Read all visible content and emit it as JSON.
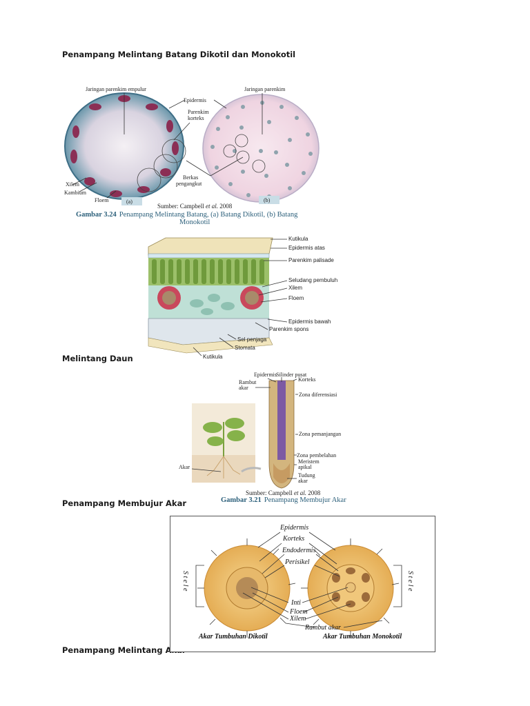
{
  "headings": {
    "stem": "Penampang Melintang Batang Dikotil dan Monokotil",
    "leaf": "Melintang Daun",
    "root_long": "Penampang Membujur Akar",
    "root_cross": "Penampang Melintang Akar"
  },
  "stem_figure": {
    "labels": {
      "jaringan_parenkim_empulur": "Jaringan parenkim empulur",
      "epidermis": "Epidermis",
      "parenkim_korteks_1": "Parenkim",
      "parenkim_korteks_2": "korteks",
      "jaringan_parenkim": "Jaringan parenkim",
      "xilem": "Xilem",
      "kambium": "Kambium",
      "floem": "Floem",
      "berkas_1": "Berkas",
      "berkas_2": "pengangkut",
      "panel_a": "(a)",
      "panel_b": "(b)"
    },
    "source_prefix": "Sumber: Campbell ",
    "source_italic": "et al.",
    "source_year": " 2008",
    "caption_num": "Gambar 3.24",
    "caption_line1": "Penampang Melintang Batang, (a) Batang Dikotil, (b) Batang",
    "caption_line2": "Monokotil"
  },
  "leaf_figure": {
    "labels": {
      "kutikula_top": "Kutikula",
      "epidermis_atas": "Epidermis atas",
      "parenkim_palisade": "Parenkim palisade",
      "seludang_pembuluh": "Seludang pembuluh",
      "xilem": "Xilem",
      "floem": "Floem",
      "epidermis_bawah": "Epidermis bawah",
      "parenkim_spons": "Parenkim spons",
      "sel_penjaga": "Sel penjaga",
      "stomata": "Stomata",
      "kutikula_bottom": "Kutikula"
    }
  },
  "root_long_figure": {
    "labels": {
      "epidermis": "Epidermis",
      "silinder_pusat": "Silinder pusat",
      "korteks": "Korteks",
      "rambut_akar_1": "Rambut",
      "rambut_akar_2": "akar",
      "zona_diferensiasi": "Zona diferensiasi",
      "zona_pemanjangan": "Zona pemanjangan",
      "zona_pembelahan": "Zona pembelahan",
      "meristem_1": "Meristem",
      "meristem_2": "apikal",
      "tudung_1": "Tudung",
      "tudung_2": "akar",
      "akar": "Akar"
    },
    "source_prefix": "Sumber: Campbell ",
    "source_italic": "et al.",
    "source_year": " 2008",
    "caption_num": "Gambar 3.21",
    "caption_text": "Penampang Membujur Akar"
  },
  "root_cross_figure": {
    "labels": {
      "epidermis": "Epidermis",
      "korteks": "Korteks",
      "endodermis": "Endodermis",
      "perisikel": "Perisikel",
      "inti": "Inti",
      "floem": "Floem",
      "xilem": "Xilem",
      "rambut_akar": "Rambut akar",
      "stele_left": "S t e l e",
      "stele_right": "S t e l e",
      "dikotil": "Akar Tumbuhan Dikotil",
      "monokotil": "Akar Tumbuhan Monokotil"
    }
  }
}
